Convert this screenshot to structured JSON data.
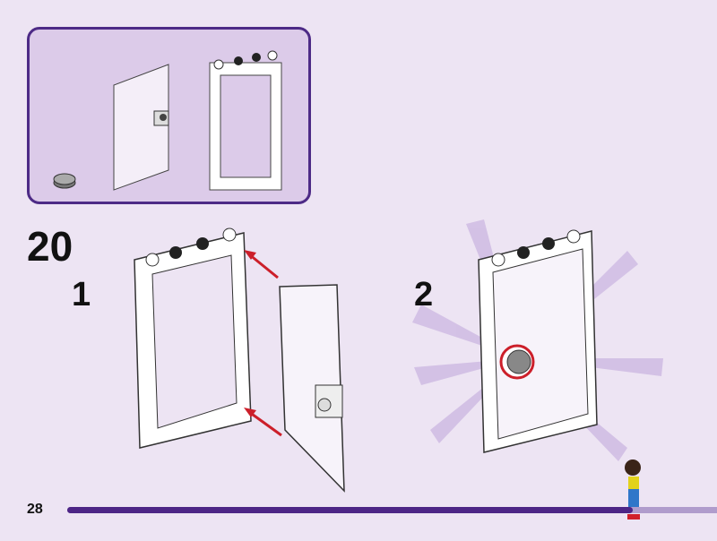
{
  "step": {
    "number": "20"
  },
  "substeps": [
    {
      "label": "1"
    },
    {
      "label": "2"
    }
  ],
  "footer": {
    "page_number": "28",
    "progress": 0.87
  },
  "colors": {
    "accent": "#4d2586",
    "progress_track": "#b09ccc",
    "arrow": "#cc1f2a",
    "background": "#ede4f3"
  },
  "parts_list": {
    "items": [
      "round-tile-icon",
      "door-icon",
      "door-frame-icon"
    ]
  }
}
